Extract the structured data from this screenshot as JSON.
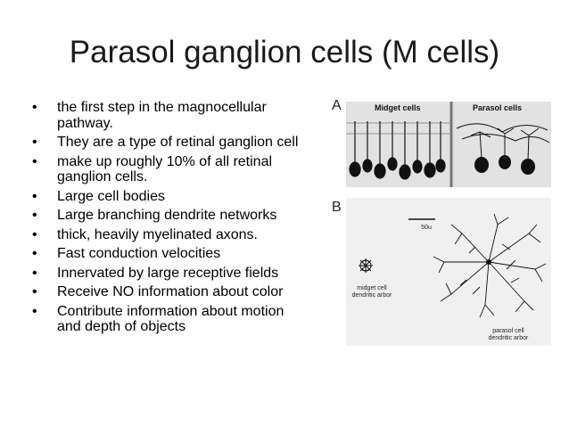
{
  "title": "Parasol ganglion cells (M cells)",
  "bullets": [
    "the first step in the magnocellular pathway.",
    "They are a type of retinal ganglion cell",
    "make up roughly 10% of all retinal ganglion cells.",
    "Large cell bodies",
    "Large branching dendrite networks",
    "thick, heavily myelinated axons.",
    "Fast conduction velocities",
    "Innervated by large receptive fields",
    "Receive NO information about color",
    "Contribute information about motion and depth of objects"
  ],
  "figure": {
    "label_a": "A",
    "label_b": "B",
    "midget_header": "Midget cells",
    "parasol_header": "Parasol cells",
    "scale": "50u",
    "midget_arbor": "midget cell\ndendritic arbor",
    "parasol_arbor": "parasol cell\ndendritic arbor"
  }
}
